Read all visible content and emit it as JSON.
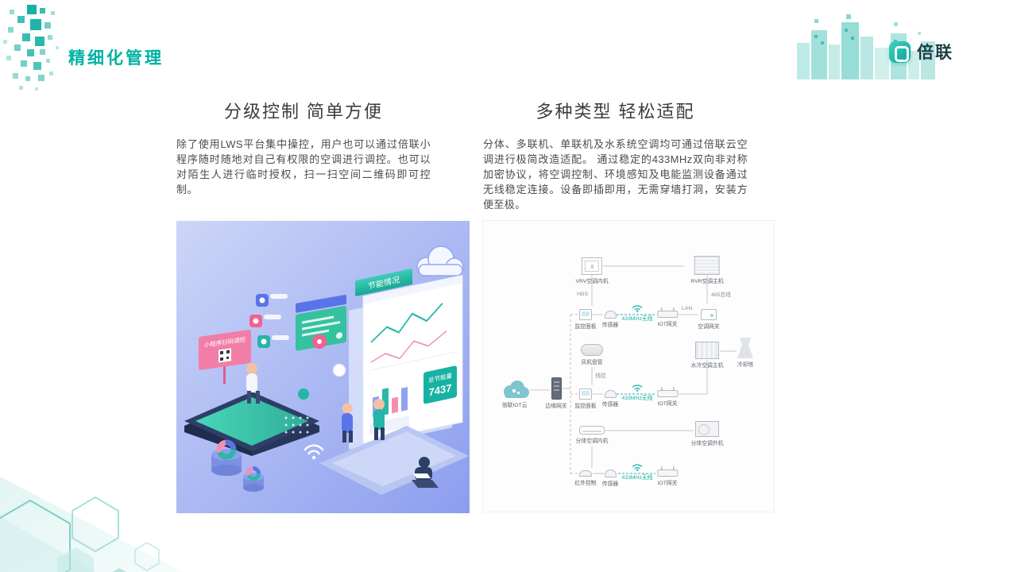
{
  "header": {
    "title": "精细化管理",
    "logo_text": "倍联"
  },
  "left": {
    "heading": "分级控制 简单方便",
    "body": "除了使用LWS平台集中操控，用户也可以通过倍联小程序随时随地对自己有权限的空调进行调控。也可以对陌生人进行临时授权，扫一扫空间二维码即可控制。",
    "illustration": {
      "qr_sign": "小程序扫码调控",
      "chart_banner": "节能情况",
      "stat_label": "总节能量",
      "stat_value": "7437"
    }
  },
  "right": {
    "heading": "多种类型 轻松适配",
    "body": "分体、多联机、单联机及水系统空调均可通过倍联云空调进行极简改造适配。 通过稳定的433MHz双向非对称加密协议，将空调控制、环境感知及电能监测设备通过无线稳定连接。设备即插即用，无需穿墙打洞，安装方便至极。",
    "diagram": {
      "cloud": "倍联IOT云",
      "edge_gateway": "边缘网关",
      "g1": {
        "indoor": "VRV空调内机",
        "bus": "HBS",
        "outdoor": "RVR空调主机",
        "bus2": "485总线",
        "panel": "监控面板",
        "sensor": "传感器",
        "wireless": "433MHz无线",
        "gateway": "IOT网关",
        "lan": "LAN",
        "ac_gateway": "空调网关"
      },
      "g2": {
        "fan_coil": "风机盘管",
        "wire": "线控",
        "chiller": "水冷空调主机",
        "tower": "冷却塔",
        "panel": "监控面板",
        "sensor": "传感器",
        "wireless": "433MHz无线",
        "gateway": "IOT网关"
      },
      "g3": {
        "indoor": "分体空调内机",
        "outdoor": "分体空调外机",
        "ir": "红外控制",
        "sensor": "传感器",
        "wireless": "433MHz无线",
        "gateway": "IOT网关"
      }
    }
  }
}
